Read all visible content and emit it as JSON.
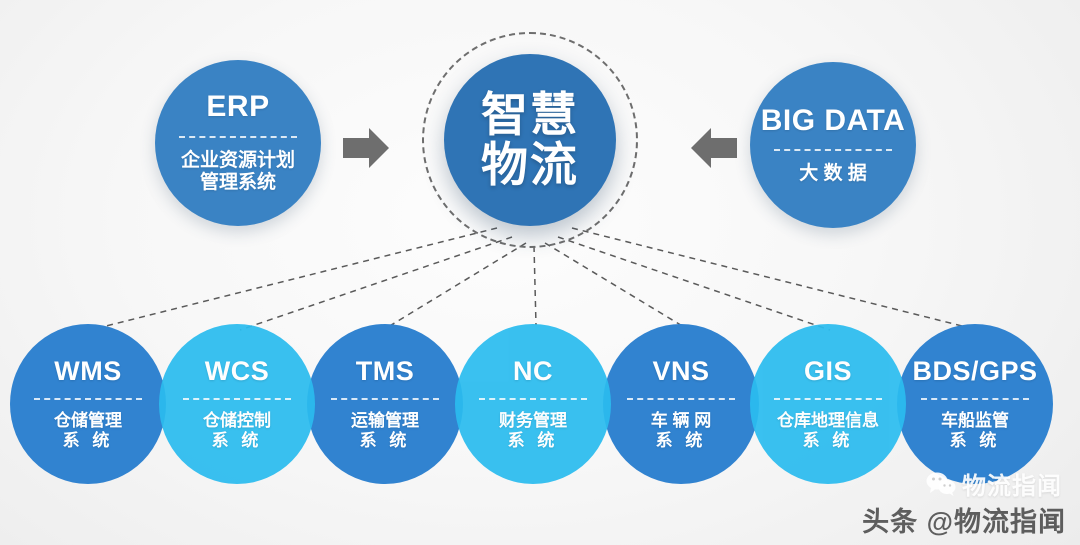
{
  "diagram": {
    "title": "智慧物流",
    "hub": {
      "name": "smart-logistics-hub",
      "line1": "智慧",
      "line2": "物流",
      "color": "#2f74b5"
    },
    "inputs": [
      {
        "id": "erp",
        "acronym": "ERP",
        "sub_line1": "企业资源计划",
        "sub_line2": "管理系统",
        "color": "#3a83c4",
        "arrow": "arrow-right"
      },
      {
        "id": "bigdata",
        "acronym": "BIG DATA",
        "sub_line1": "大 数 据",
        "sub_line2": "",
        "color": "#3a83c4",
        "arrow": "arrow-left"
      }
    ],
    "systems": [
      {
        "id": "wms",
        "acronym": "WMS",
        "sub_line1": "仓储管理",
        "sub_line2": "系 统",
        "color": "#3183d0",
        "tone": "dark"
      },
      {
        "id": "wcs",
        "acronym": "WCS",
        "sub_line1": "仓储控制",
        "sub_line2": "系 统",
        "color": "#2bbcef",
        "tone": "light"
      },
      {
        "id": "tms",
        "acronym": "TMS",
        "sub_line1": "运输管理",
        "sub_line2": "系 统",
        "color": "#3183d0",
        "tone": "dark"
      },
      {
        "id": "nc",
        "acronym": "NC",
        "sub_line1": "财务管理",
        "sub_line2": "系 统",
        "color": "#2bbcef",
        "tone": "light"
      },
      {
        "id": "vns",
        "acronym": "VNS",
        "sub_line1": "车 辆 网",
        "sub_line2": "系 统",
        "color": "#3183d0",
        "tone": "dark"
      },
      {
        "id": "gis",
        "acronym": "GIS",
        "sub_line1": "仓库地理信息",
        "sub_line2": "系 统",
        "color": "#2bbcef",
        "tone": "light"
      },
      {
        "id": "bdsgps",
        "acronym": "BDS/GPS",
        "sub_line1": "车船监管",
        "sub_line2": "系 统",
        "color": "#3183d0",
        "tone": "dark"
      }
    ],
    "connector_color": "#5a5a5a",
    "arrow_color": "#6e6e6e",
    "background": "#f5f5f5"
  },
  "watermark": {
    "wechat_text": "物流指闻",
    "headline_text": "头条 @物流指闻"
  }
}
